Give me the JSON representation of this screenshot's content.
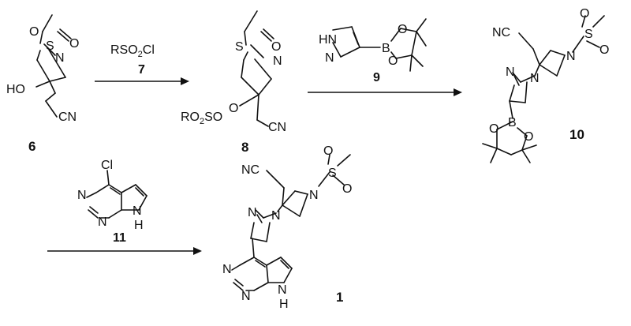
{
  "scheme": {
    "compound_labels": {
      "c6": "6",
      "c7": "7",
      "c8": "8",
      "c9": "9",
      "c10": "10",
      "c11": "11",
      "c1": "1"
    },
    "reagents": {
      "sulfonyl_chloride": {
        "pre": "RSO",
        "sub": "2",
        "post": "Cl"
      }
    },
    "atoms": {
      "N": "N",
      "O": "O",
      "S": "S",
      "B": "B",
      "Cl": "Cl",
      "H": "H",
      "HO": "HO",
      "CN": "CN",
      "NC": "NC",
      "HN": "HN",
      "sulfonate": {
        "pre": "RO",
        "sub": "2",
        "post": "SO"
      }
    }
  }
}
